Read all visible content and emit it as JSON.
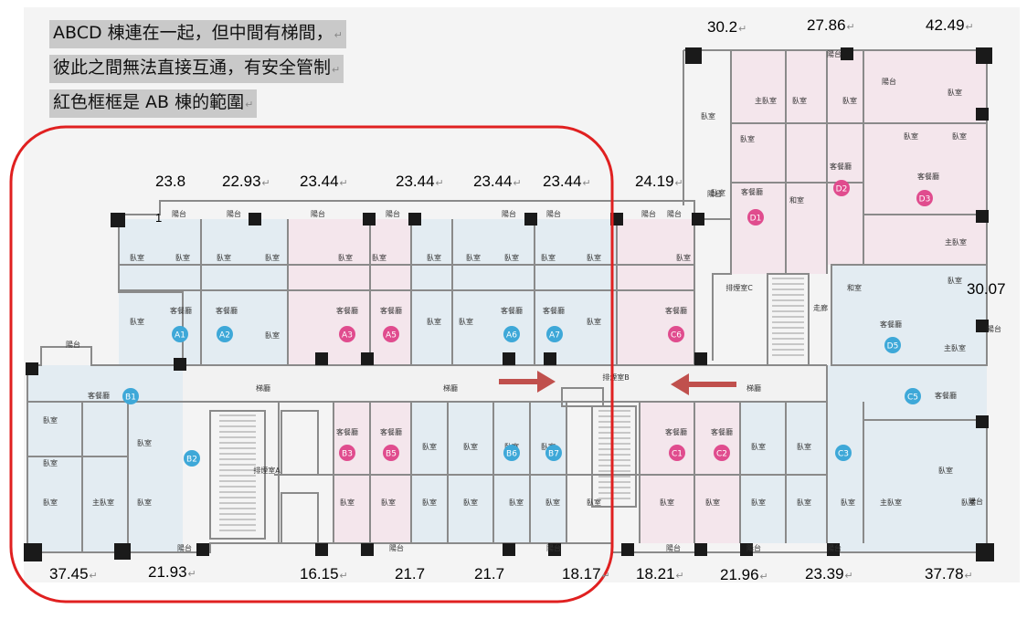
{
  "notes": [
    "ABCD 棟連在一起，但中間有梯間，",
    "彼此之間無法直接互通，有安全管制",
    "紅色框框是 AB 棟的範圍"
  ],
  "para_mark": "↵",
  "areas": {
    "top_a": [
      "23.8",
      "22.93",
      "23.44",
      "23.44",
      "23.44",
      "23.44",
      "24.19"
    ],
    "top_d": [
      "30.2",
      "27.86",
      "42.49"
    ],
    "right": [
      "30.07"
    ],
    "bottom": [
      "37.45",
      "21.93",
      "16.15",
      "21.7",
      "21.7",
      "18.17",
      "18.21",
      "21.96",
      "23.39",
      "37.78"
    ],
    "floor_label": "1"
  },
  "units": {
    "A1": "A1",
    "A2": "A2",
    "A3": "A3",
    "A5": "A5",
    "A6": "A6",
    "A7": "A7",
    "C6": "C6",
    "B1": "B1",
    "B2": "B2",
    "B3": "B3",
    "B5": "B5",
    "B6": "B6",
    "B7": "B7",
    "C1": "C1",
    "C2": "C2",
    "C3": "C3",
    "C5": "C5",
    "D1": "D1",
    "D2": "D2",
    "D3": "D3",
    "D5": "D5"
  },
  "rooms": {
    "bedroom": "臥室",
    "master_bedroom": "主臥室",
    "living_dining": "客餐廳",
    "balcony": "陽台",
    "hall": "梯廳",
    "japanese_room": "和室",
    "walkway": "走廊",
    "stair_a": "排煙室A",
    "stair_b": "排煙室B",
    "stair_c": "排煙室C"
  },
  "colors": {
    "pink_unit": "#f4e6ec",
    "blue_unit": "#e3ecf2",
    "pink_badge": "#e04c8e",
    "blue_badge": "#3ea8d8",
    "wall": "#8a8a8a",
    "boundary": "#e02020",
    "arrow": "#c0504d",
    "note_bg": "#c9c9c9"
  }
}
